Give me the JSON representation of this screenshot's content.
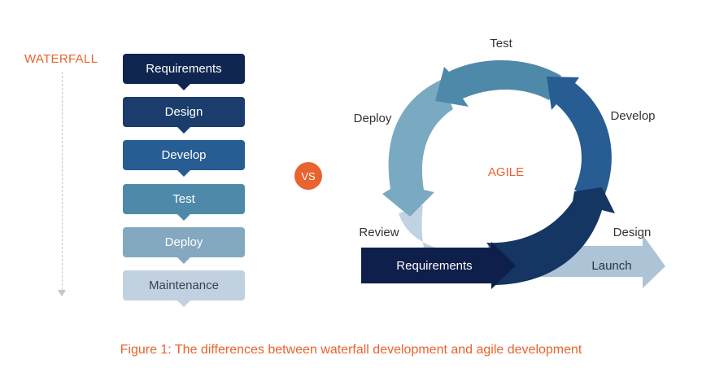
{
  "waterfall": {
    "title": "WATERFALL",
    "steps": [
      {
        "label": "Requirements",
        "color": "#0f2650"
      },
      {
        "label": "Design",
        "color": "#1a3d6c"
      },
      {
        "label": "Develop",
        "color": "#275d92"
      },
      {
        "label": "Test",
        "color": "#4f89a9"
      },
      {
        "label": "Deploy",
        "color": "#83a8bf"
      },
      {
        "label": "Maintenance",
        "color": "#c1d1df",
        "text_color": "#3a4350"
      }
    ]
  },
  "vs_label": "VS",
  "agile": {
    "title": "AGILE",
    "labels": {
      "test": "Test",
      "develop": "Develop",
      "deploy": "Deploy",
      "review": "Review",
      "design": "Design"
    },
    "requirements": "Requirements",
    "launch": "Launch",
    "colors": {
      "test": "#4f89a9",
      "deploy": "#7aa9c2",
      "review": "#c1d3e1",
      "develop": "#275d92",
      "design": "#153563",
      "requirements": "#0f1f4b",
      "launch": "#adc4d6",
      "accent": "#e8632d"
    }
  },
  "caption": "Figure 1: The differences between waterfall development and agile development"
}
